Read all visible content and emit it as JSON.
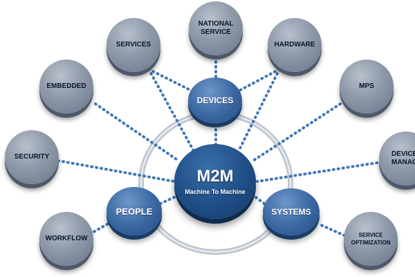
{
  "center": {
    "title": "M2M",
    "subtitle": "Machine To Machine"
  },
  "inner_nodes": {
    "devices": "DEVICES",
    "people": "PEOPLE",
    "systems": "SYSTEMS"
  },
  "outer_nodes": {
    "national_service": "NATIONAL\nSERVICE",
    "services": "SERVICES",
    "hardware": "HARDWARE",
    "embedded": "EMBEDDED",
    "mps": "MPS",
    "security": "SECURITY",
    "device_management": "DEVICE\nMANAGEM",
    "workflow": "WORKFLOW",
    "service_optimization": "SERVICE\nOPTIMIZATION"
  },
  "colors": {
    "ring": "#c9ced6",
    "dots": "#3f77b6",
    "outer_node": "#8e99a8",
    "inner_node": "#3c6aa5",
    "center_node": "#1f4e86"
  }
}
